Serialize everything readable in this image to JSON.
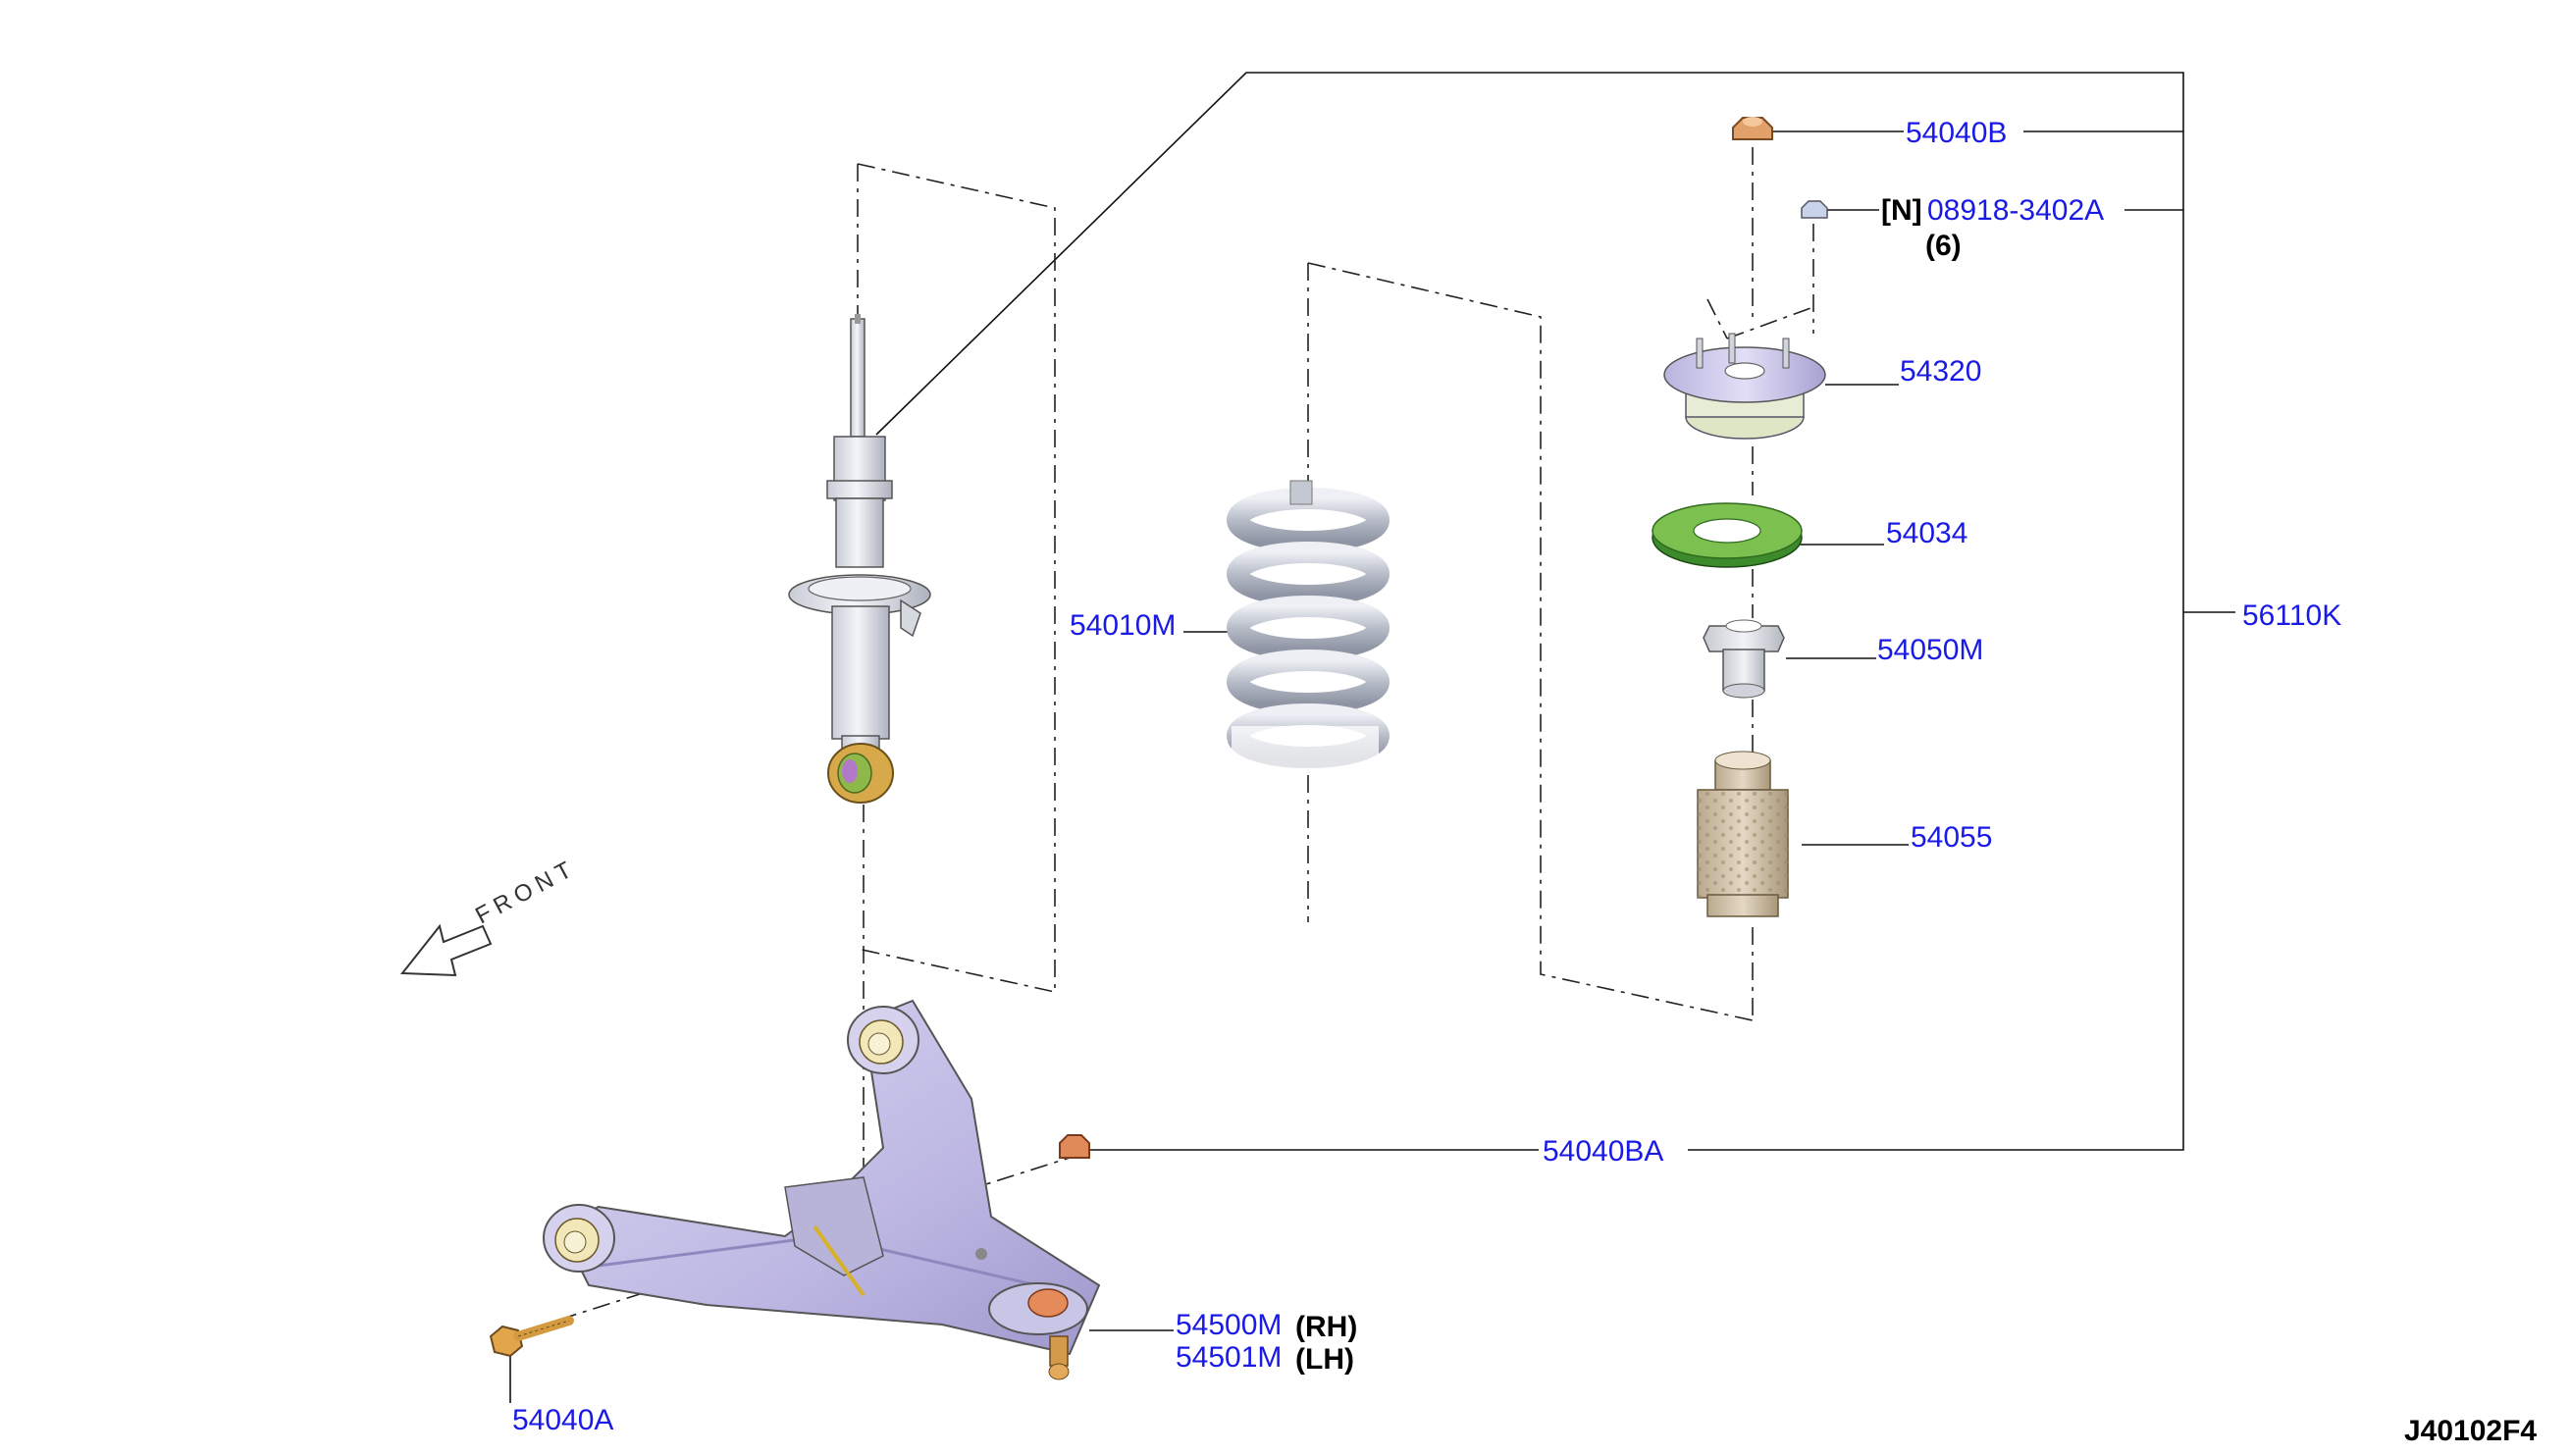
{
  "parts": {
    "p54040b": "54040B",
    "p08918_prefix": "[N]",
    "p08918": "08918-3402A",
    "p08918_qty": "(6)",
    "p54320": "54320",
    "p54034": "54034",
    "p54050m": "54050M",
    "p54055": "54055",
    "p54010m": "54010M",
    "p56110k": "56110K",
    "p54040ba": "54040BA",
    "p54500m": "54500M",
    "p54500m_side": "(RH)",
    "p54501m": "54501M",
    "p54501m_side": "(LH)",
    "p54040a": "54040A"
  },
  "front_label": "FRONT",
  "diagram_code": "J40102F4"
}
